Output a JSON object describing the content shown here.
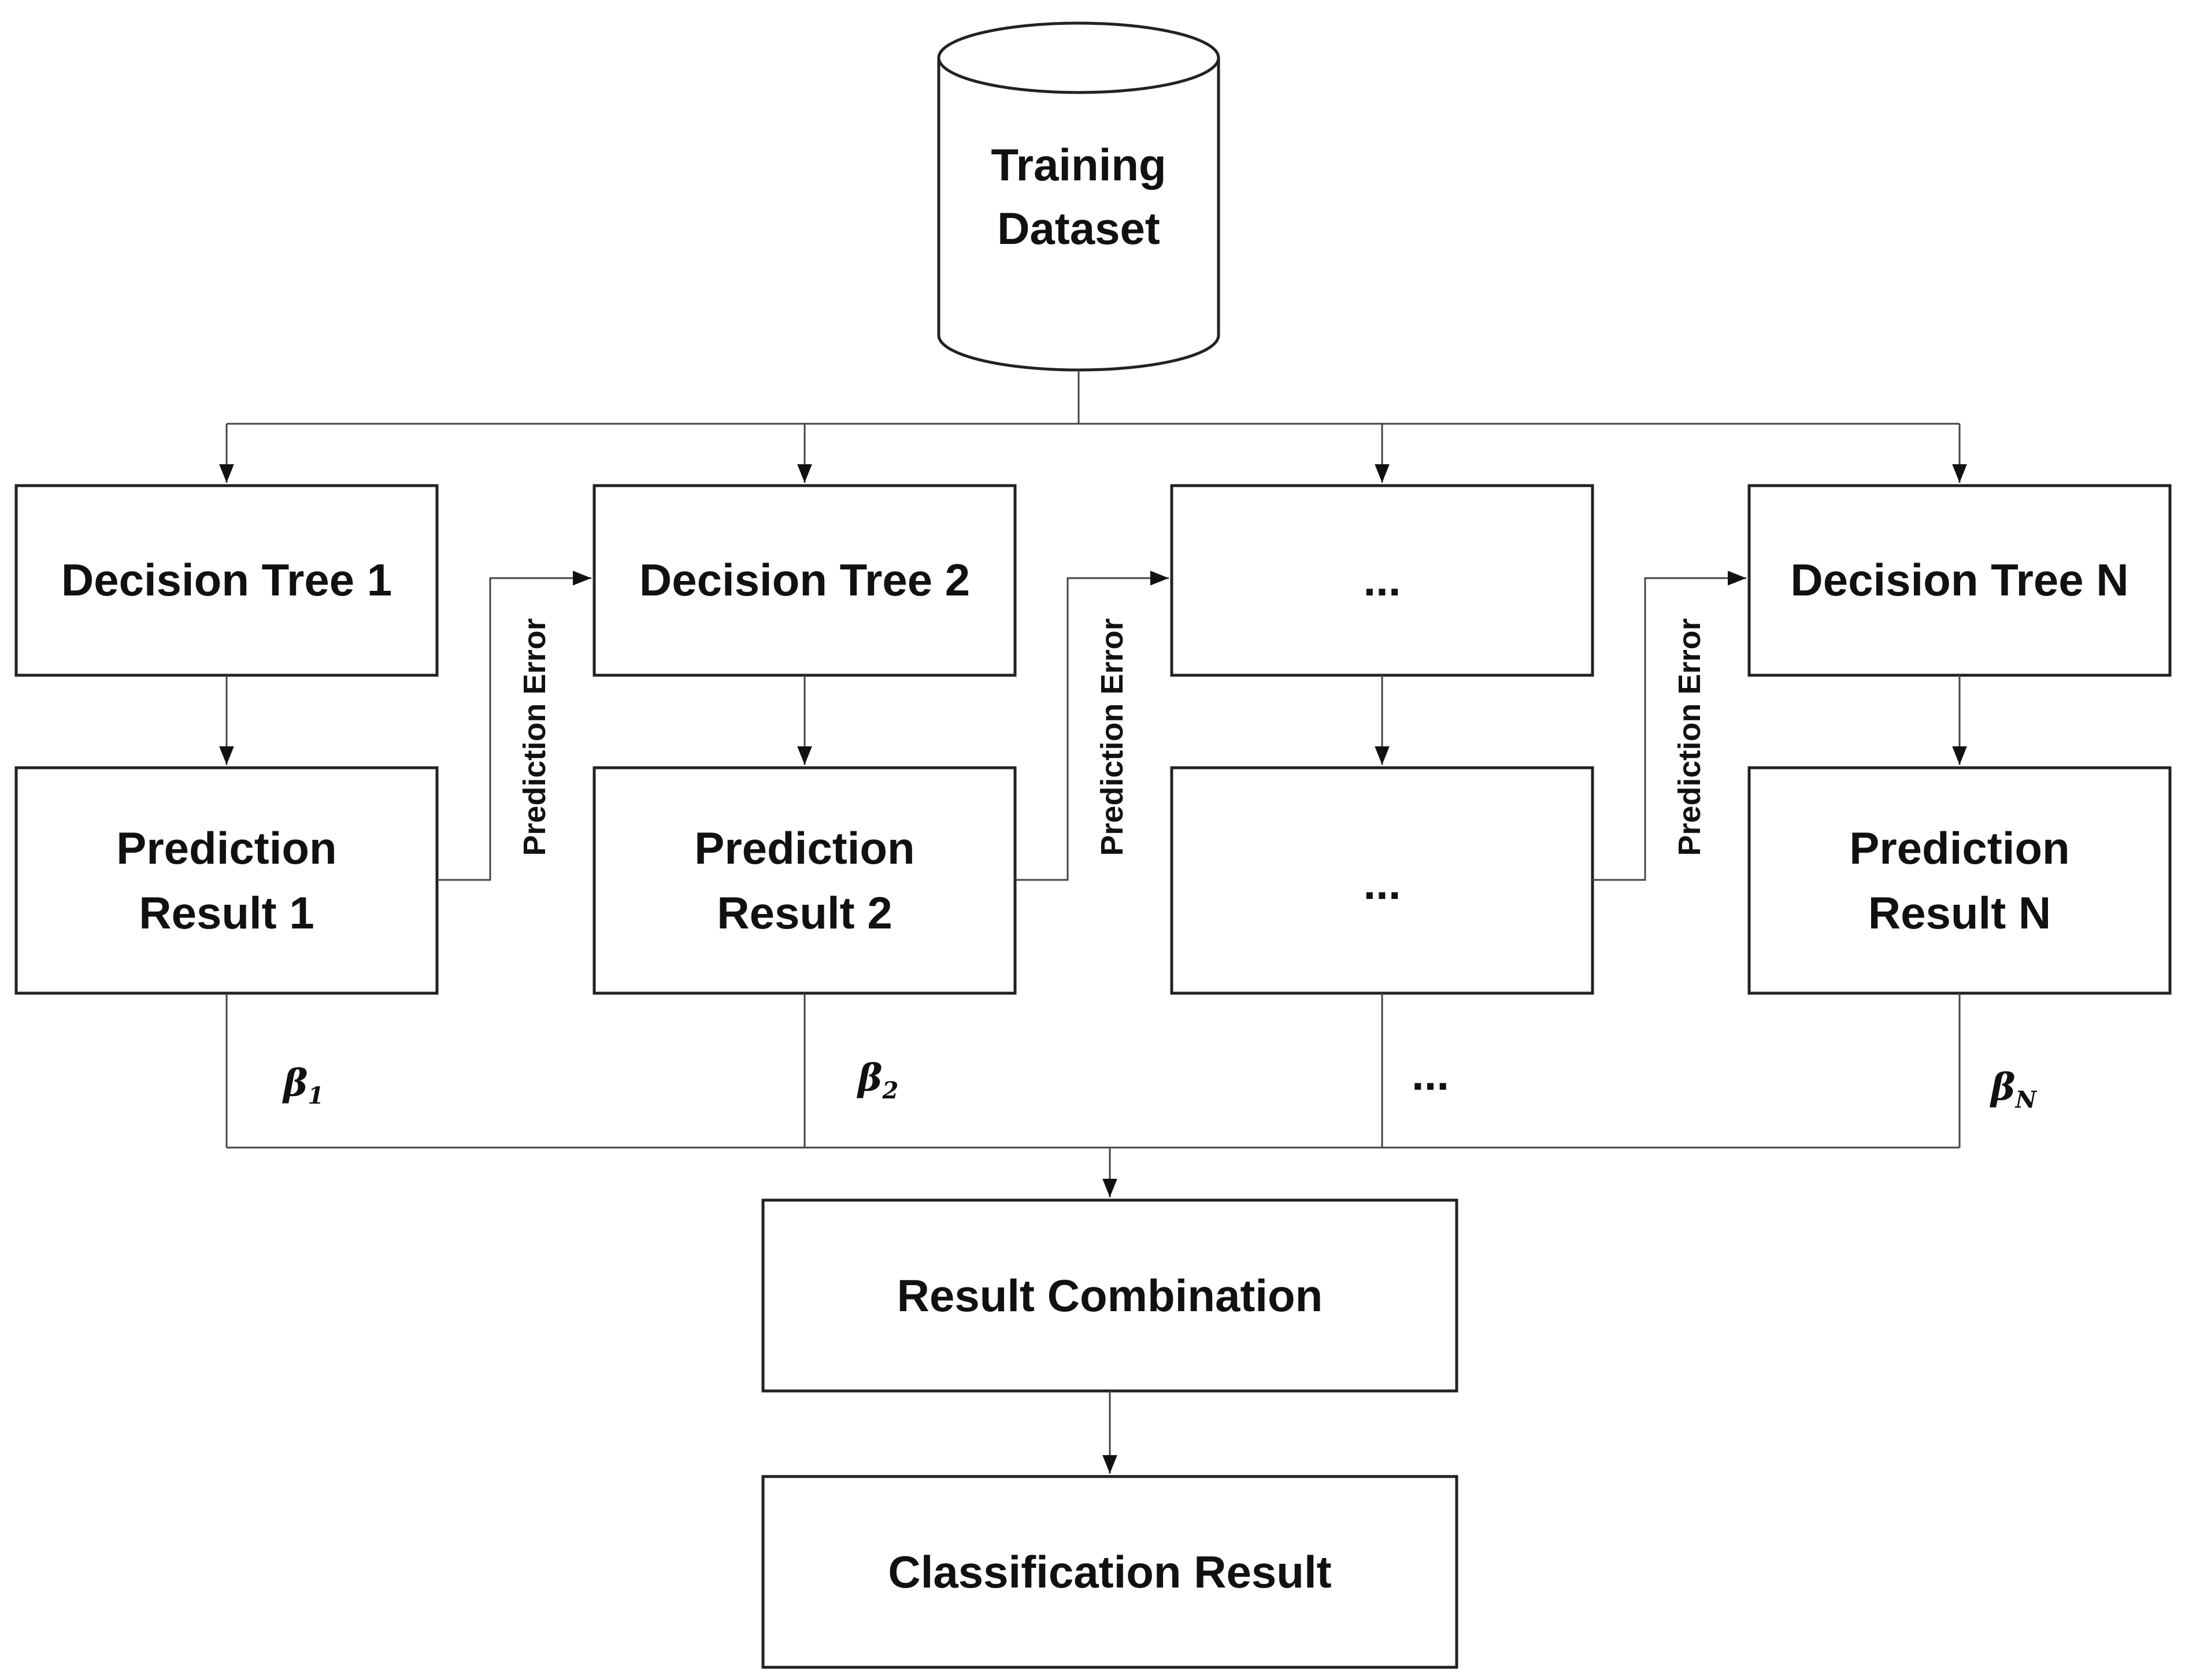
{
  "nodes": {
    "dataset": [
      "Training",
      "Dataset"
    ],
    "tree1": "Decision Tree 1",
    "tree2": "Decision Tree 2",
    "tree3": "...",
    "treeN": "Decision Tree N",
    "result1": [
      "Prediction",
      "Result 1"
    ],
    "result2": [
      "Prediction",
      "Result 2"
    ],
    "result3": "...",
    "resultN": [
      "Prediction",
      "Result N"
    ],
    "combination": "Result Combination",
    "classification": "Classification Result"
  },
  "edge_labels": {
    "error1": "Prediction Error",
    "error2": "Prediction Error",
    "error3": "Prediction Error"
  },
  "weights": {
    "beta1": {
      "symbol": "β",
      "sub": "1"
    },
    "beta2": {
      "symbol": "β",
      "sub": "2"
    },
    "beta3": "...",
    "betaN": {
      "symbol": "β",
      "sub": "N"
    }
  }
}
